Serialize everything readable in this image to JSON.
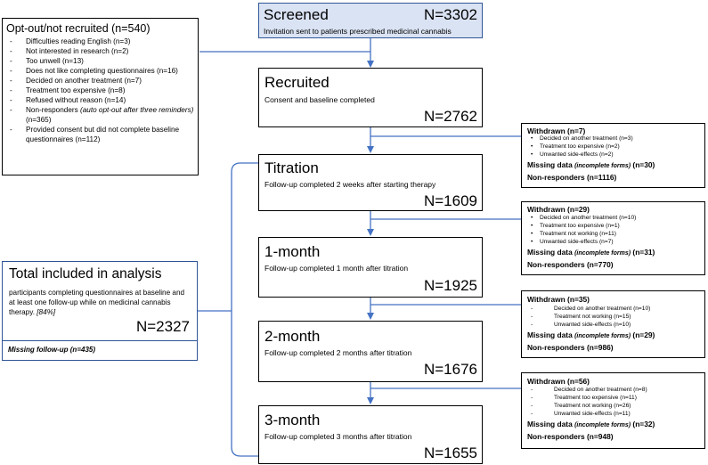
{
  "screened": {
    "title": "Screened",
    "count": "N=3302",
    "subtitle": "Invitation sent to patients prescribed medicinal cannabis",
    "fill": "#dae3f3"
  },
  "recruited": {
    "title": "Recruited",
    "subtitle": "Consent and baseline completed",
    "count": "N=2762"
  },
  "titration": {
    "title": "Titration",
    "subtitle": "Follow-up completed 2 weeks after starting therapy",
    "count": "N=1609"
  },
  "month1": {
    "title": "1-month",
    "subtitle": "Follow-up completed 1 month after titration",
    "count": "N=1925"
  },
  "month2": {
    "title": "2-month",
    "subtitle": "Follow-up completed 2 months after titration",
    "count": "N=1676"
  },
  "month3": {
    "title": "3-month",
    "subtitle": "Follow-up completed 3 months after titration",
    "count": "N=1655"
  },
  "optout": {
    "title": "Opt-out/not recruited (n=540)",
    "items": [
      {
        "marker": "-",
        "text": "Difficulties reading English (n=3)"
      },
      {
        "marker": "-",
        "text": "Not interested in research (n=2)"
      },
      {
        "marker": "-",
        "text": "Too unwell (n=13)"
      },
      {
        "marker": "-",
        "text": "Does not like completing questionnaires (n=16)"
      },
      {
        "marker": "-",
        "text": "Decided on another treatment (n=7)"
      },
      {
        "marker": "-",
        "text": "Treatment too expensive (n=8)"
      },
      {
        "marker": "-",
        "text": "Refused without reason (n=14)"
      },
      {
        "marker": "-",
        "text_before": "Non-responders ",
        "text_italic": "(auto opt-out after three reminders)",
        "text_after": " (n=365)"
      },
      {
        "marker": "-",
        "text": "Provided consent but did not complete baseline questionnaires (n=112)"
      }
    ]
  },
  "total": {
    "title": "Total included in analysis",
    "desc": "participants completing questionnaires at baseline and at least one follow-up while on medicinal cannabis therapy.",
    "pct": "[84%]",
    "count": "N=2327",
    "missing": "Missing follow-up (n=435)"
  },
  "withdrawn1": {
    "heading": "Withdrawn (n=7)",
    "items": [
      {
        "marker": "•",
        "text": "Decided on another treatment (n=3)"
      },
      {
        "marker": "•",
        "text": "Treatment too expensive (n=2)"
      },
      {
        "marker": "•",
        "text": "Unwanted side-effects (n=2)"
      }
    ],
    "missing_label": "Missing data",
    "missing_note": "(incomplete forms)",
    "missing_count": "(n=30)",
    "nonresponders": "Non-responders (n=1116)"
  },
  "withdrawn2": {
    "heading": "Withdrawn (n=29)",
    "items": [
      {
        "marker": "•",
        "text": "Decided on another treatment (n=10)"
      },
      {
        "marker": "•",
        "text": "Treatment too expensive (n=1)"
      },
      {
        "marker": "•",
        "text": "Treatment not working (n=11)"
      },
      {
        "marker": "•",
        "text": "Unwanted side-effects (n=7)"
      }
    ],
    "missing_label": "Missing data",
    "missing_note": "(incomplete forms)",
    "missing_count": "(n=31)",
    "nonresponders": "Non-responders (n=770)"
  },
  "withdrawn3": {
    "heading": "Withdrawn (n=35)",
    "items": [
      {
        "marker": "-",
        "text": "Decided on another treatment (n=10)"
      },
      {
        "marker": "-",
        "text": "Treatment not working (n=15)"
      },
      {
        "marker": "-",
        "text": "Unwanted side-effects (n=10)"
      }
    ],
    "missing_label": "Missing data",
    "missing_note": "(incomplete forms)",
    "missing_count": "(n=29)",
    "nonresponders": "Non-responders (n=986)"
  },
  "withdrawn4": {
    "heading": "Withdrawn (n=56)",
    "items": [
      {
        "marker": "-",
        "text": "Decided on another treatment (n=8)"
      },
      {
        "marker": "-",
        "text": "Treatment too expensive (n=11)"
      },
      {
        "marker": "-",
        "text": "Treatment not working (n=26)"
      },
      {
        "marker": "-",
        "text": "Unwanted side-effects (n=11)"
      }
    ],
    "missing_label": "Missing data",
    "missing_note": "(incomplete forms)",
    "missing_count": "(n=32)",
    "nonresponders": "Non-responders (n=948)"
  },
  "colors": {
    "arrow": "#4472c4",
    "box_border": "#000000",
    "total_border": "#2f5597"
  }
}
